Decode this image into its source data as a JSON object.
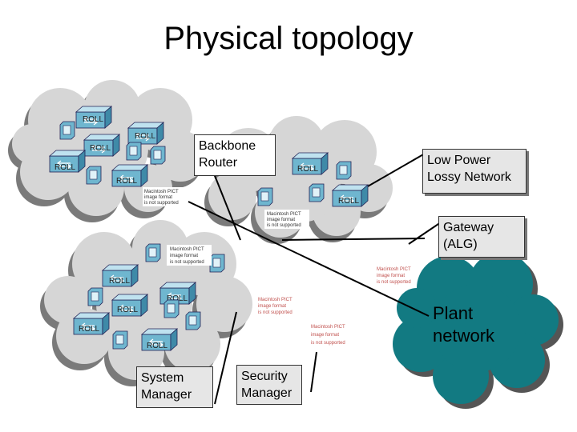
{
  "title": "Physical topology",
  "labels": {
    "backbone_router": [
      "Backbone",
      "Router"
    ],
    "low_power": [
      "Low Power",
      "Lossy Network"
    ],
    "gateway": [
      "Gateway",
      "(ALG)"
    ],
    "plant": [
      "Plant",
      "network"
    ],
    "system_manager": [
      "System",
      "Manager"
    ],
    "security_manager": [
      "Security",
      "Manager"
    ]
  },
  "roll_label": "ROLL",
  "pict_placeholder": [
    "Macintosh PICT",
    "image format",
    "is not supported"
  ],
  "colors": {
    "plant": "#127a82",
    "cloud": "#d6d6d6",
    "cloud_shadow": "#7a7a7a",
    "router": "#6fb6cf"
  },
  "icons": [
    "router-icon",
    "field-device-icon",
    "unsupported-image-placeholder"
  ]
}
